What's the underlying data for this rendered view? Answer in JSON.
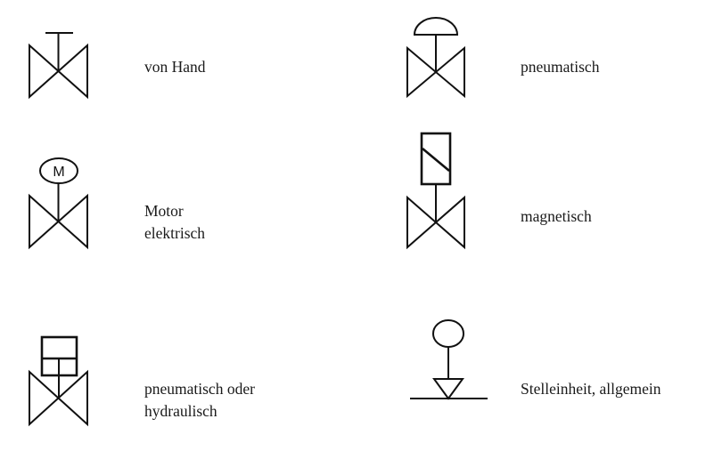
{
  "diagram": {
    "type": "valve-actuator-symbol-legend",
    "language": "de",
    "items": [
      {
        "id": "hand",
        "symbol": "manual-actuator-valve-icon",
        "lines": [
          "von Hand"
        ]
      },
      {
        "id": "pneumatic",
        "symbol": "pneumatic-diaphragm-valve-icon",
        "lines": [
          "pneumatisch"
        ]
      },
      {
        "id": "motor",
        "symbol": "electric-motor-valve-icon",
        "motor_letter": "M",
        "lines": [
          "Motor",
          "elektrisch"
        ]
      },
      {
        "id": "magnetic",
        "symbol": "solenoid-valve-icon",
        "lines": [
          "magnetisch"
        ]
      },
      {
        "id": "pneumatic-hydraulic",
        "symbol": "piston-actuator-valve-icon",
        "lines": [
          "pneumatisch oder",
          "hydraulisch"
        ]
      },
      {
        "id": "actuator-general",
        "symbol": "general-actuator-icon",
        "lines": [
          "Stelleinheit, allgemein"
        ]
      }
    ],
    "colors": {
      "stroke": "#111111",
      "text": "#1a1a1a",
      "background": "#ffffff"
    }
  }
}
